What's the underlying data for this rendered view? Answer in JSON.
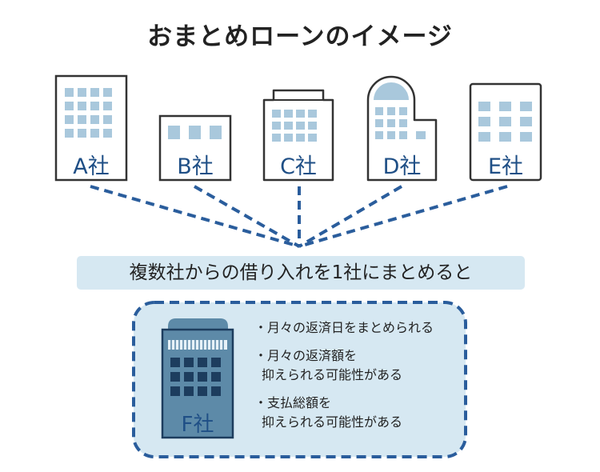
{
  "title": "おまとめローンのイメージ",
  "companies": [
    {
      "label": "A社",
      "icon": "office-building-icon"
    },
    {
      "label": "B社",
      "icon": "low-building-icon"
    },
    {
      "label": "C社",
      "icon": "office-building-icon"
    },
    {
      "label": "D社",
      "icon": "domed-building-icon"
    },
    {
      "label": "E社",
      "icon": "office-building-icon"
    }
  ],
  "banner": "複数社からの借り入れを1社にまとめると",
  "result": {
    "company_label": "F社",
    "bullets": [
      {
        "lines": [
          "・月々の返済日をまとめられる"
        ]
      },
      {
        "lines": [
          "・月々の返済額を",
          "抑えられる可能性がある"
        ]
      },
      {
        "lines": [
          "・支払総額を",
          "抑えられる可能性がある"
        ]
      }
    ]
  },
  "colors": {
    "navy": "#1f4f86",
    "dashed_line": "#2a5d9c",
    "window": "#a9c8dc",
    "panel_fill": "#d6e8f2",
    "building_dark": "#1d3d5e",
    "building_mid": "#5d8aa8"
  }
}
